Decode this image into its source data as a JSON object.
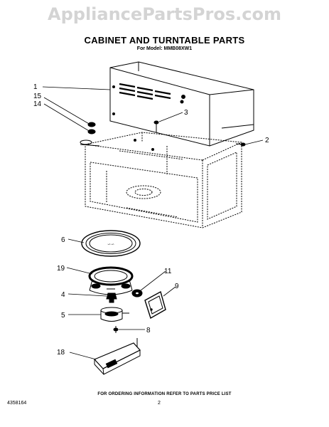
{
  "watermark": "AppliancePartsPros.com",
  "title": "CABINET AND TURNTABLE PARTS",
  "subtitle": "For Model: MMB08XW1",
  "callouts": [
    {
      "label": "1",
      "part": "cabinet"
    },
    {
      "label": "15",
      "part": "screw"
    },
    {
      "label": "14",
      "part": "screw"
    },
    {
      "label": "3",
      "part": "screw"
    },
    {
      "label": "2",
      "part": "screw"
    },
    {
      "label": "6",
      "part": "turntable-tray"
    },
    {
      "label": "19",
      "part": "turntable-support"
    },
    {
      "label": "11",
      "part": "grommet"
    },
    {
      "label": "9",
      "part": "cover"
    },
    {
      "label": "4",
      "part": "coupling"
    },
    {
      "label": "5",
      "part": "turntable-motor"
    },
    {
      "label": "8",
      "part": "screw"
    },
    {
      "label": "18",
      "part": "bracket"
    }
  ],
  "footer": {
    "instruction": "FOR ORDERING INFORMATION REFER TO PARTS PRICE LIST",
    "doc_number": "4358164",
    "page": "2"
  }
}
